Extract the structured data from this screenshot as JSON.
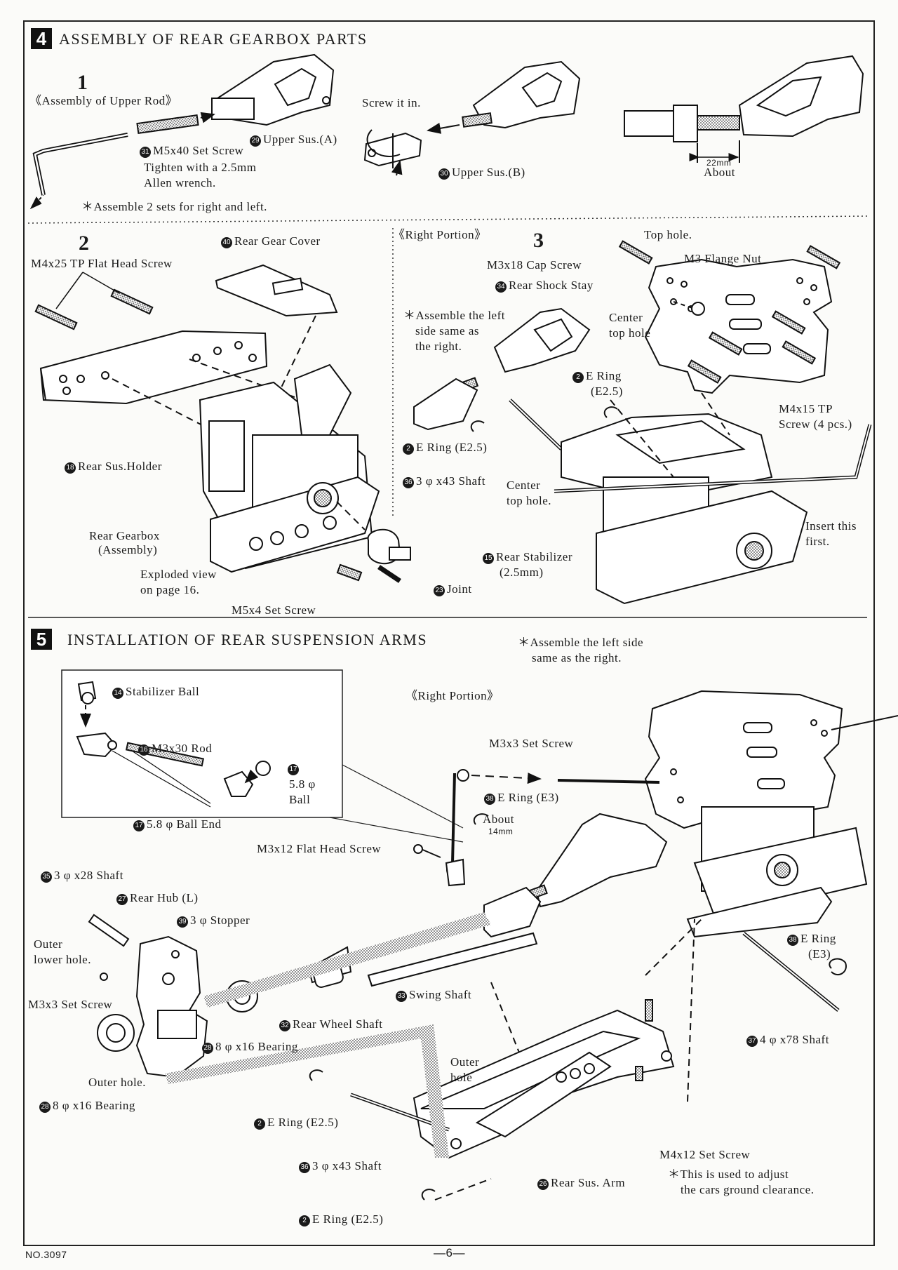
{
  "section4": {
    "number": "4",
    "title": "ASSEMBLY OF REAR GEARBOX PARTS",
    "step1": {
      "number": "1",
      "subtitle": "《Assembly of Upper Rod》",
      "labels": {
        "upper_sus_a": {
          "num": "29",
          "text": "Upper Sus.(A)"
        },
        "set_screw": {
          "num": "31",
          "text": "M5x40 Set Screw"
        },
        "tighten_line1": "Tighten with a 2.5mm",
        "tighten_line2": "Allen wrench.",
        "assemble_note": "＊Assemble 2 sets for right and left.",
        "screw_it_in": "Screw it in.",
        "upper_sus_b": {
          "num": "30",
          "text": "Upper Sus.(B)"
        },
        "dim_value": "22mm",
        "about": "About"
      }
    },
    "step2": {
      "number": "2",
      "labels": {
        "gear_cover": {
          "num": "40",
          "text": "Rear Gear Cover"
        },
        "flat_head_screw": "M4x25 TP Flat Head Screw",
        "sus_holder": {
          "num": "18",
          "text": "Rear Sus.Holder"
        },
        "gearbox_line1": "Rear Gearbox",
        "gearbox_line2": "(Assembly)",
        "exploded_line1": "Exploded view",
        "exploded_line2": "on page 16.",
        "set_screw_m5x4": "M5x4 Set Screw",
        "joint": {
          "num": "23",
          "text": "Joint"
        }
      }
    },
    "step3": {
      "number": "3",
      "subtitle": "《Right Portion》",
      "labels": {
        "top_hole": "Top hole.",
        "cap_screw": "M3x18 Cap Screw",
        "flange_nut": "M3 Flange Nut",
        "shock_stay": {
          "num": "34",
          "text": "Rear Shock Stay"
        },
        "assemble_line1": "＊Assemble the left",
        "assemble_line2": "side same as",
        "assemble_line3": "the right.",
        "center_top_hole_line1": "Center",
        "center_top_hole_line2": "top hole",
        "e_ring_top": {
          "num": "2",
          "text": "E Ring"
        },
        "e_ring_top_size": "(E2.5)",
        "tp_screw_line1": "M4x15 TP",
        "tp_screw_line2": "Screw (4 pcs.)",
        "e_ring_left": {
          "num": "2",
          "text": "E Ring (E2.5)"
        },
        "shaft_3x43": {
          "num": "36",
          "text": "3 φ x43 Shaft"
        },
        "center_top_hole2_line1": "Center",
        "center_top_hole2_line2": "top hole.",
        "insert_line1": "Insert this",
        "insert_line2": "first.",
        "stabilizer": {
          "num": "15",
          "text": "Rear Stabilizer"
        },
        "stabilizer_size": "(2.5mm)"
      }
    }
  },
  "section5": {
    "number": "5",
    "title": "INSTALLATION OF REAR SUSPENSION ARMS",
    "note_line1": "＊Assemble the left side",
    "note_line2": "same as the right.",
    "right_portion": "《Right Portion》",
    "inset": {
      "stabilizer_ball": {
        "num": "14",
        "text": "Stabilizer Ball"
      },
      "rod": {
        "num": "16",
        "text": "M3x30 Rod"
      },
      "ball_num": "17",
      "ball_line1": "5.8 φ",
      "ball_line2": "Ball",
      "ball_end": {
        "num": "17",
        "text": "5.8 φ  Ball End"
      }
    },
    "labels": {
      "set_screw_m3x3": "M3x3 Set Screw",
      "e_ring_e3": {
        "num": "38",
        "text": "E Ring (E3)"
      },
      "about": "About",
      "about_value": "14mm",
      "flat_head_m3x12": "M3x12 Flat Head Screw",
      "shaft_3x28": {
        "num": "35",
        "text": "3 φ x28 Shaft"
      },
      "rear_hub": {
        "num": "27",
        "text": "Rear Hub (L)"
      },
      "stopper": {
        "num": "39",
        "text": "3 φ  Stopper"
      },
      "outer_lower_line1": "Outer",
      "outer_lower_line2": "lower hole.",
      "set_screw_hub": "M3x3 Set Screw",
      "swing_shaft": {
        "num": "33",
        "text": "Swing Shaft"
      },
      "wheel_shaft": {
        "num": "32",
        "text": "Rear Wheel Shaft"
      },
      "bearing_inner": {
        "num": "28",
        "text": "8 φ x16 Bearing"
      },
      "outer_hole_line1": "Outer",
      "outer_hole_line2": "hole",
      "outer_hole_left": "Outer hole.",
      "bearing_outer": {
        "num": "28",
        "text": "8 φ x16 Bearing"
      },
      "e_ring_mid": {
        "num": "2",
        "text": "E Ring (E2.5)"
      },
      "shaft_3x43": {
        "num": "36",
        "text": "3 φ x43 Shaft"
      },
      "e_ring_bottom": {
        "num": "2",
        "text": "E Ring (E2.5)"
      },
      "sus_arm": {
        "num": "26",
        "text": "Rear Sus. Arm"
      },
      "set_screw_m4x12": "M4x12 Set Screw",
      "ground_line1": "＊This is used to adjust",
      "ground_line2": "the cars ground clearance.",
      "e_ring_right": {
        "num": "38",
        "text": "E Ring"
      },
      "e_ring_right_size": "(E3)",
      "shaft_4x78": {
        "num": "37",
        "text": "4 φ x78 Shaft"
      }
    }
  },
  "footer": {
    "doc_number": "NO.3097",
    "page": "—6—"
  }
}
